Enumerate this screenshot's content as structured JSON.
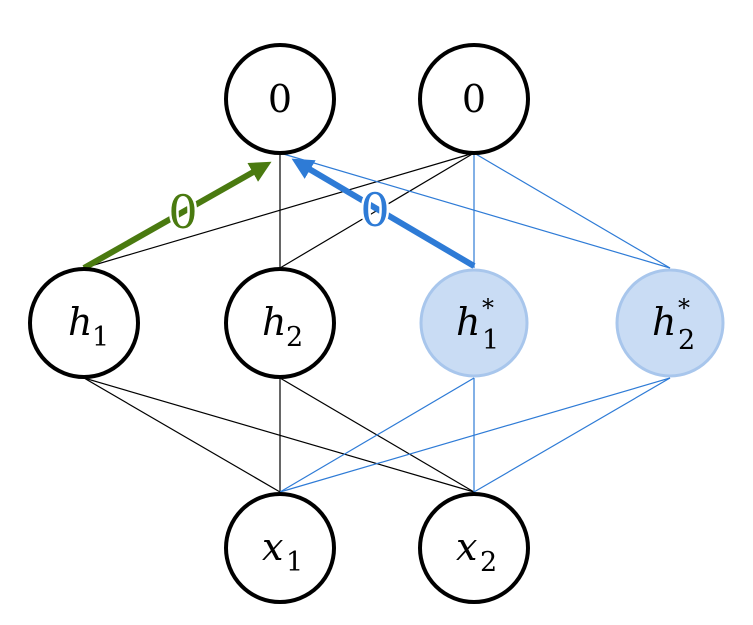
{
  "nodes": {
    "out1": {
      "text": "0"
    },
    "out2": {
      "text": "0"
    },
    "h1": {
      "base": "h",
      "sub": "1"
    },
    "h2": {
      "base": "h",
      "sub": "2"
    },
    "h1s": {
      "base": "h",
      "sub": "1",
      "sup": "*"
    },
    "h2s": {
      "base": "h",
      "sub": "2",
      "sup": "*"
    },
    "x1": {
      "base": "x",
      "sub": "1"
    },
    "x2": {
      "base": "x",
      "sub": "2"
    }
  },
  "edge_labels": {
    "green": "0",
    "blue": "0"
  },
  "colors": {
    "node_stroke": "#000000",
    "aux_fill": "#c9dcf4",
    "aux_stroke": "#a8c6ec",
    "blue": "#2e7bd6",
    "green": "#4a7a10"
  }
}
